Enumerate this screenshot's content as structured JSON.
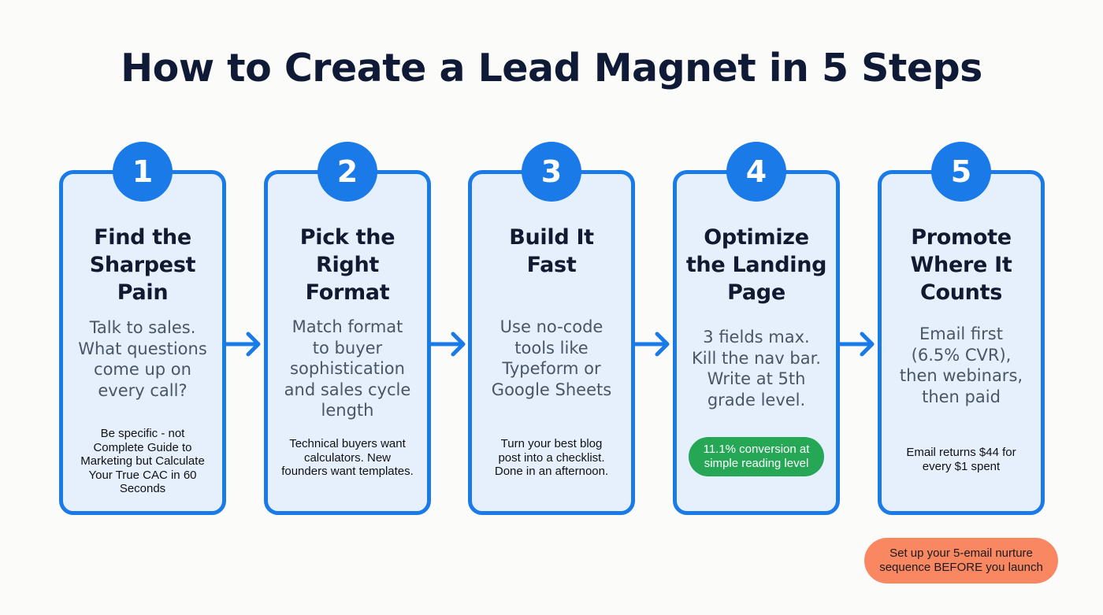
{
  "title": "How to Create a Lead Magnet in 5 Steps",
  "colors": {
    "accent_blue": "#1a7ae8",
    "card_fill": "#e5f0fc",
    "heading_text": "#111a30",
    "success_green": "#25a756",
    "warning_orange": "#f88762"
  },
  "steps": [
    {
      "number": "1",
      "heading": "Find the\nSharpest\nPain",
      "description": "Talk to sales.\nWhat questions\ncome up on\nevery call?",
      "note": "Be specific - not\nComplete Guide to\nMarketing but Calculate\nYour True CAC in 60\nSeconds"
    },
    {
      "number": "2",
      "heading": "Pick the\nRight\nFormat",
      "description": "Match format\nto buyer\nsophistication\nand sales cycle\nlength",
      "note": "Technical buyers want\ncalculators. New\nfounders want templates."
    },
    {
      "number": "3",
      "heading": "Build It\nFast",
      "description": "Use no-code\ntools like\nTypeform or\nGoogle Sheets",
      "note": "Turn your best blog\npost into a checklist.\nDone in an afternoon."
    },
    {
      "number": "4",
      "heading": "Optimize\nthe Landing\nPage",
      "description": "3 fields max.\nKill the nav bar.\nWrite at 5th\ngrade level.",
      "badge": "11.1% conversion at\nsimple reading level"
    },
    {
      "number": "5",
      "heading": "Promote\nWhere It\nCounts",
      "description": "Email first\n(6.5% CVR),\nthen webinars,\nthen paid",
      "note": "Email returns $44 for\nevery $1 spent"
    }
  ],
  "arrows": [
    "arrow-right-icon",
    "arrow-right-icon",
    "arrow-right-icon",
    "arrow-right-icon"
  ],
  "callout": "Set up your 5-email nurture\nsequence BEFORE you launch"
}
